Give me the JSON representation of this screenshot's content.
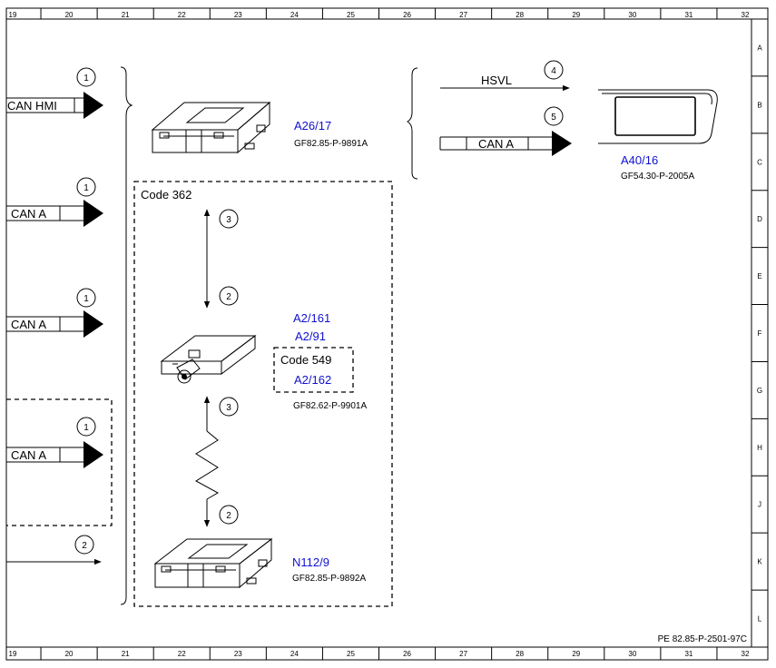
{
  "frame": {
    "column_numbers": [
      "19",
      "20",
      "21",
      "22",
      "23",
      "24",
      "25",
      "26",
      "27",
      "28",
      "29",
      "30",
      "31",
      "32"
    ],
    "row_letters": [
      "A",
      "B",
      "C",
      "D",
      "E",
      "F",
      "G",
      "H",
      "J",
      "K",
      "L"
    ],
    "sheet_id": "PE 82.85-P-2501-97C"
  },
  "signals": {
    "can_hmi": "CAN HMI",
    "can_a": "CAN A",
    "hsvl": "HSVL"
  },
  "connection_numbers": {
    "one": "1",
    "two": "2",
    "three": "3",
    "four": "4",
    "five": "5"
  },
  "components": {
    "a26_17": {
      "ref": "A26/17",
      "doc": "GF82.85-P-9891A"
    },
    "a40_16": {
      "ref": "A40/16",
      "doc": "GF54.30-P-2005A"
    },
    "a2_161": {
      "ref": "A2/161"
    },
    "a2_91": {
      "ref": "A2/91"
    },
    "a2_162": {
      "ref": "A2/162"
    },
    "a2_doc": "GF82.62-P-9901A",
    "n112_9": {
      "ref": "N112/9",
      "doc": "GF82.85-P-9892A"
    }
  },
  "codes": {
    "code_362": "Code 362",
    "code_549": "Code 549"
  }
}
